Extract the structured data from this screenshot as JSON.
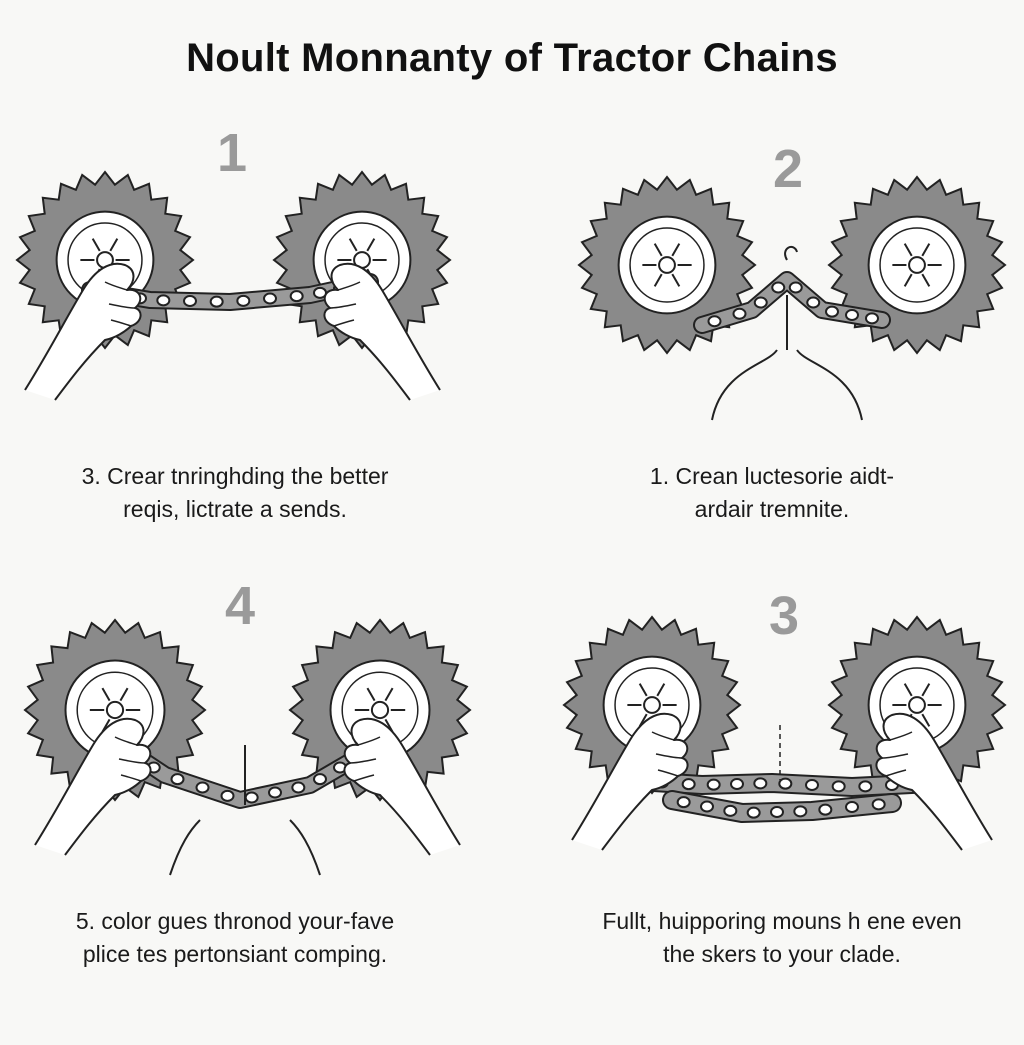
{
  "title": "Noult Monnanty of Tractor Chains",
  "colors": {
    "tire": "#8a8a8a",
    "line": "#222222",
    "number": "#9a9a9a",
    "background": "#f8f8f6"
  },
  "panels": [
    {
      "number": "1",
      "caption_line1": "3. Crear tnringhding the better",
      "caption_line2": "reqis, lictrate a sends."
    },
    {
      "number": "2",
      "caption_line1": "1. Crean luctesorie aidt-",
      "caption_line2": "ardair tremnite."
    },
    {
      "number": "4",
      "caption_line1": "5. color gues thronod your-fave",
      "caption_line2": "plice tes pertonsiant comping."
    },
    {
      "number": "3",
      "caption_line1": "Fullt, huipporing mouns h ene even",
      "caption_line2": "the skers to your clade."
    }
  ]
}
